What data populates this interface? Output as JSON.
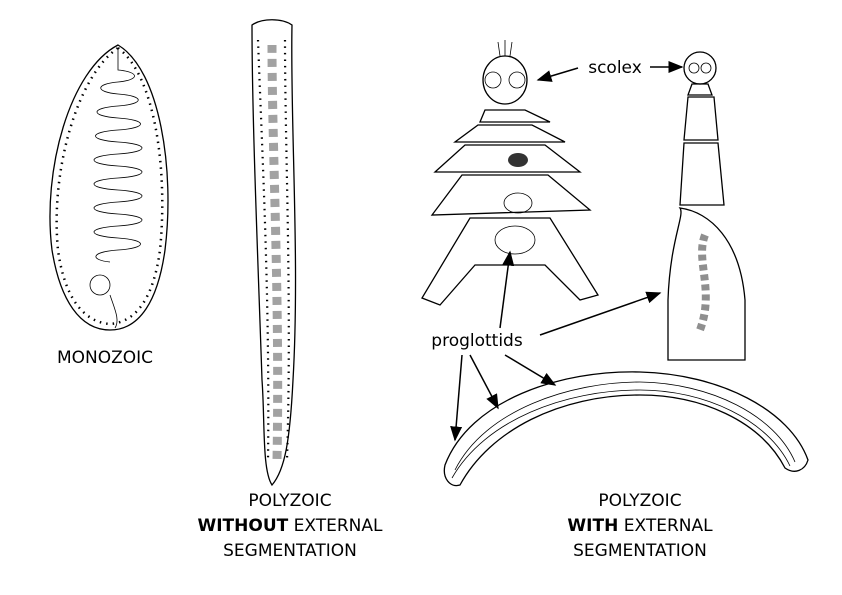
{
  "labels": {
    "monozoic": "MONOZOIC",
    "polyzoic_without": {
      "line1": "POLYZOIC",
      "bold": "WITHOUT",
      "rest": " EXTERNAL",
      "line3": "SEGMENTATION"
    },
    "polyzoic_with": {
      "line1": "POLYZOIC",
      "bold": "WITH",
      "rest": " EXTERNAL",
      "line3": "SEGMENTATION"
    },
    "scolex": "scolex",
    "proglottids": "proglottids"
  }
}
